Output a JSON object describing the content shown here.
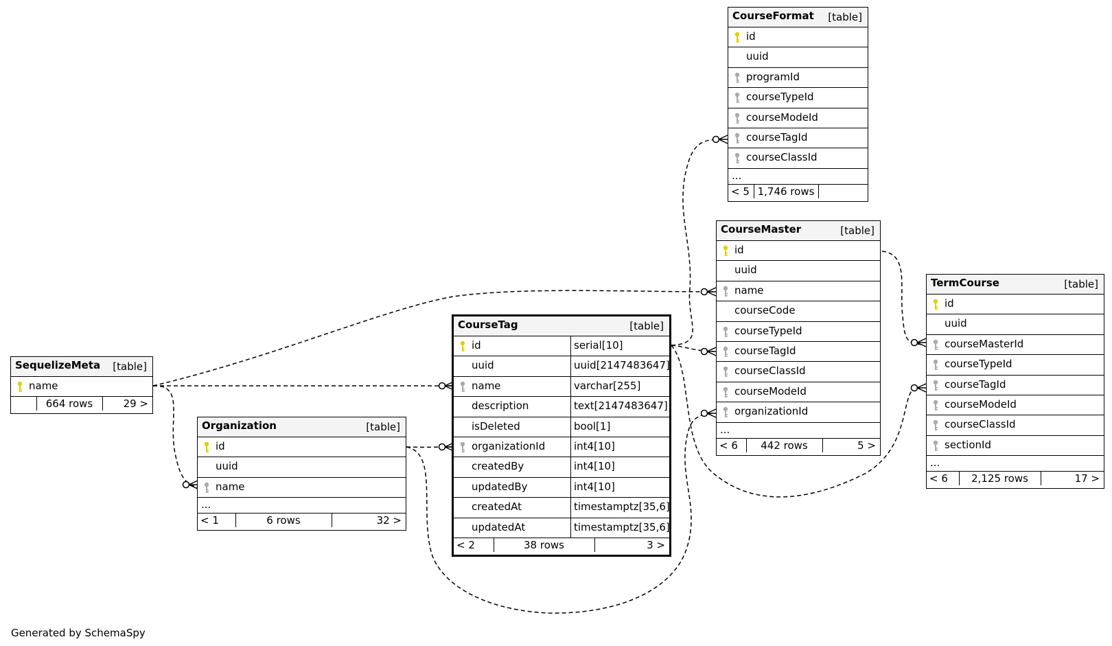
{
  "diagram": {
    "generated_by": "Generated by SchemaSpy"
  },
  "tables": {
    "courseformat": {
      "name": "CourseFormat",
      "type": "[table]",
      "columns": [
        {
          "name": "id",
          "key": "primary"
        },
        {
          "name": "uuid",
          "key": "none"
        },
        {
          "name": "programId",
          "key": "foreign"
        },
        {
          "name": "courseTypeId",
          "key": "foreign"
        },
        {
          "name": "courseModeId",
          "key": "foreign"
        },
        {
          "name": "courseTagId",
          "key": "foreign"
        },
        {
          "name": "courseClassId",
          "key": "foreign"
        }
      ],
      "more": "...",
      "footer": {
        "parents": "< 5",
        "rows": "1,746 rows",
        "children": ""
      }
    },
    "coursemaster": {
      "name": "CourseMaster",
      "type": "[table]",
      "columns": [
        {
          "name": "id",
          "key": "primary"
        },
        {
          "name": "uuid",
          "key": "none"
        },
        {
          "name": "name",
          "key": "foreign"
        },
        {
          "name": "courseCode",
          "key": "none"
        },
        {
          "name": "courseTypeId",
          "key": "foreign"
        },
        {
          "name": "courseTagId",
          "key": "foreign"
        },
        {
          "name": "courseClassId",
          "key": "foreign"
        },
        {
          "name": "courseModeId",
          "key": "foreign"
        },
        {
          "name": "organizationId",
          "key": "foreign"
        }
      ],
      "more": "...",
      "footer": {
        "parents": "< 6",
        "rows": "442 rows",
        "children": "5 >"
      }
    },
    "termcourse": {
      "name": "TermCourse",
      "type": "[table]",
      "columns": [
        {
          "name": "id",
          "key": "primary"
        },
        {
          "name": "uuid",
          "key": "none"
        },
        {
          "name": "courseMasterId",
          "key": "foreign"
        },
        {
          "name": "courseTypeId",
          "key": "foreign"
        },
        {
          "name": "courseTagId",
          "key": "foreign"
        },
        {
          "name": "courseModeId",
          "key": "foreign"
        },
        {
          "name": "courseClassId",
          "key": "foreign"
        },
        {
          "name": "sectionId",
          "key": "foreign"
        }
      ],
      "more": "...",
      "footer": {
        "parents": "< 6",
        "rows": "2,125 rows",
        "children": "17 >"
      }
    },
    "coursetag": {
      "name": "CourseTag",
      "type": "[table]",
      "columns": [
        {
          "name": "id",
          "key": "primary",
          "dtype": "serial[10]"
        },
        {
          "name": "uuid",
          "key": "none",
          "dtype": "uuid[2147483647]"
        },
        {
          "name": "name",
          "key": "foreign",
          "dtype": "varchar[255]"
        },
        {
          "name": "description",
          "key": "none",
          "dtype": "text[2147483647]"
        },
        {
          "name": "isDeleted",
          "key": "none",
          "dtype": "bool[1]"
        },
        {
          "name": "organizationId",
          "key": "foreign",
          "dtype": "int4[10]"
        },
        {
          "name": "createdBy",
          "key": "none",
          "dtype": "int4[10]"
        },
        {
          "name": "updatedBy",
          "key": "none",
          "dtype": "int4[10]"
        },
        {
          "name": "createdAt",
          "key": "none",
          "dtype": "timestamptz[35,6]"
        },
        {
          "name": "updatedAt",
          "key": "none",
          "dtype": "timestamptz[35,6]"
        }
      ],
      "footer": {
        "parents": "< 2",
        "rows": "38 rows",
        "children": "3 >"
      }
    },
    "sequelizemeta": {
      "name": "SequelizeMeta",
      "type": "[table]",
      "columns": [
        {
          "name": "name",
          "key": "primary"
        }
      ],
      "footer": {
        "parents": "",
        "rows": "664 rows",
        "children": "29 >"
      }
    },
    "organization": {
      "name": "Organization",
      "type": "[table]",
      "columns": [
        {
          "name": "id",
          "key": "primary"
        },
        {
          "name": "uuid",
          "key": "none"
        },
        {
          "name": "name",
          "key": "foreign"
        }
      ],
      "more": "...",
      "footer": {
        "parents": "< 1",
        "rows": "6 rows",
        "children": "32 >"
      }
    }
  },
  "colors": {
    "primary_key": "#e0d000",
    "foreign_key": "#aaaaaa",
    "header_bg": "#f4f4f4"
  }
}
